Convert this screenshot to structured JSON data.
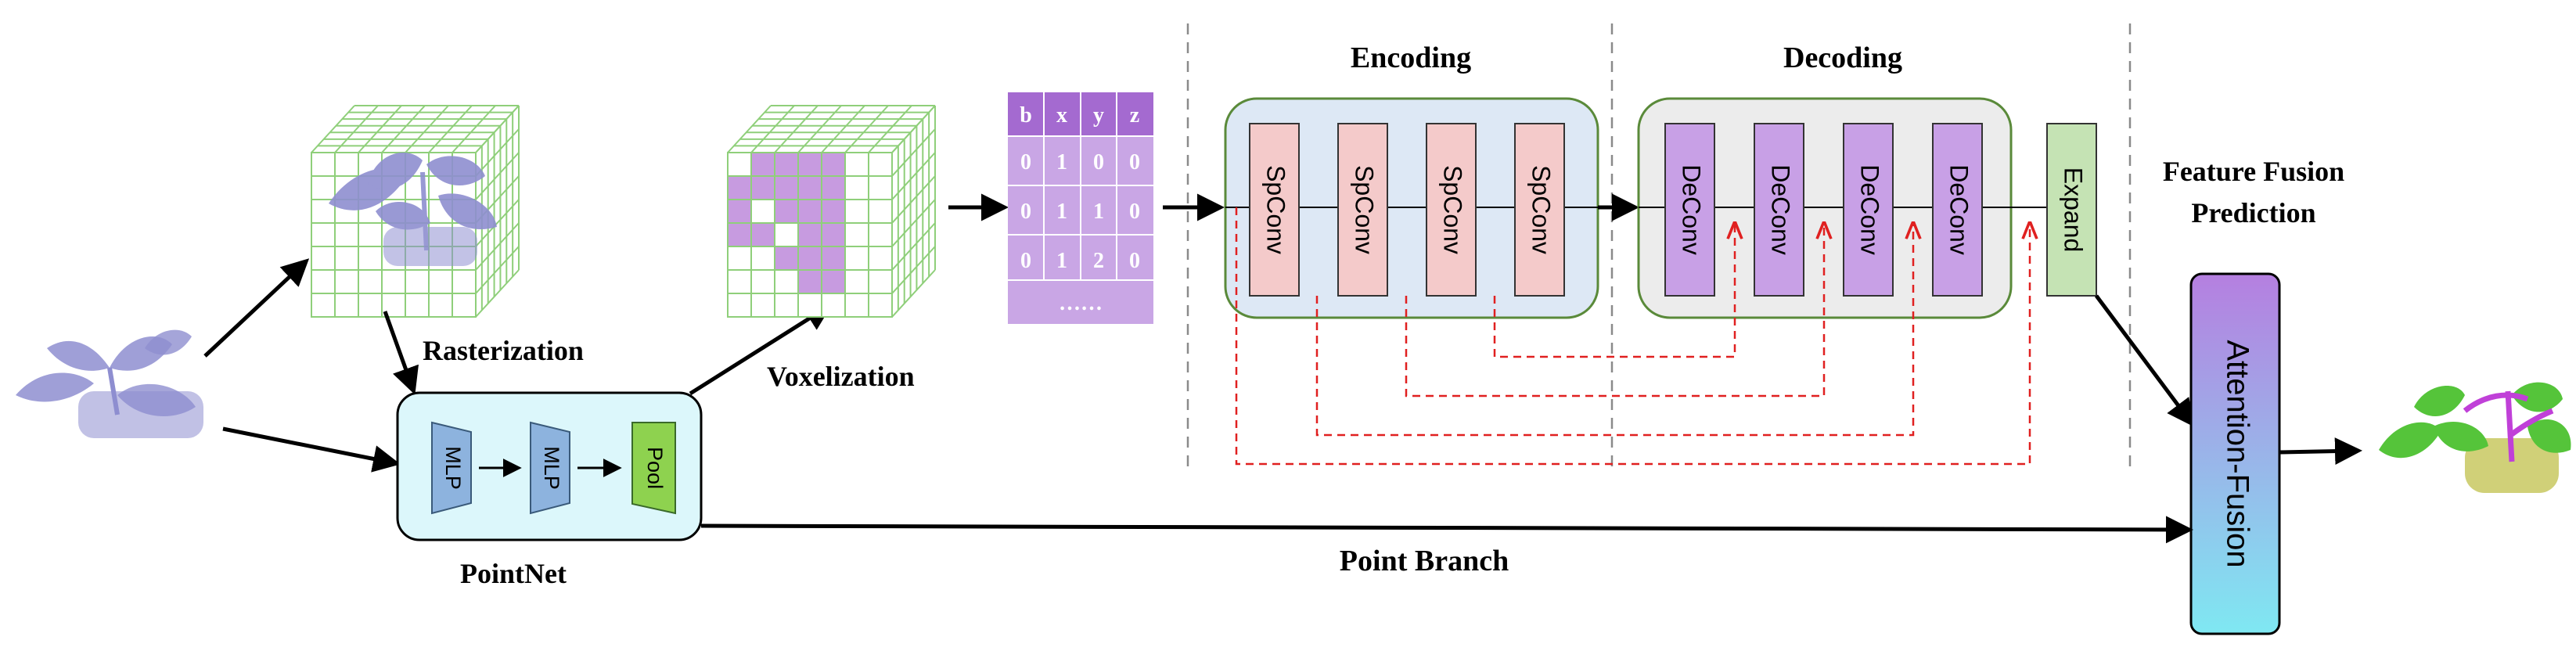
{
  "labels": {
    "rasterization": "Rasterization",
    "voxelization": "Voxelization",
    "pointnet": "PointNet",
    "encoding": "Encoding",
    "decoding": "Decoding",
    "feature_fusion": "Feature Fusion",
    "prediction": "Prediction",
    "point_branch": "Point Branch"
  },
  "pointnet_blocks": [
    "MLP",
    "MLP",
    "Pool"
  ],
  "encoder_blocks": [
    "SpConv",
    "SpConv",
    "SpConv",
    "SpConv"
  ],
  "decoder_blocks": [
    "DeConv",
    "DeConv",
    "DeConv",
    "DeConv"
  ],
  "expand_block": "Expand",
  "fusion_block": "Attention-Fusion",
  "coord_table": {
    "headers": [
      "b",
      "x",
      "y",
      "z"
    ],
    "rows": [
      [
        "0",
        "1",
        "0",
        "0"
      ],
      [
        "0",
        "1",
        "1",
        "0"
      ],
      [
        "0",
        "1",
        "2",
        "0"
      ]
    ],
    "ellipsis": "……"
  },
  "colors": {
    "plant_point_cloud": "#8e8ed0",
    "grid_green": "#8fcf7a",
    "voxel_fill": "#c79be0",
    "table_header": "#a46ad0",
    "table_body": "#c9a6e5",
    "encoder_panel": "#dde8f5",
    "encoder_block": "#f4caca",
    "decoder_panel": "#ececec",
    "decoder_block": "#c8a0e6",
    "panel_border": "#5a8a3a",
    "expand_block": "#c5e3b4",
    "pointnet_panel": "#dcf7fb",
    "mlp_block": "#8db3de",
    "pool_block": "#8ed24f",
    "skip_arrow": "#e02020",
    "fusion_top": "#b57fe0",
    "fusion_bottom": "#7fe8f2",
    "output_leaf": "#55c43a",
    "output_stem": "#c040d8",
    "output_soil": "#c8c860"
  }
}
